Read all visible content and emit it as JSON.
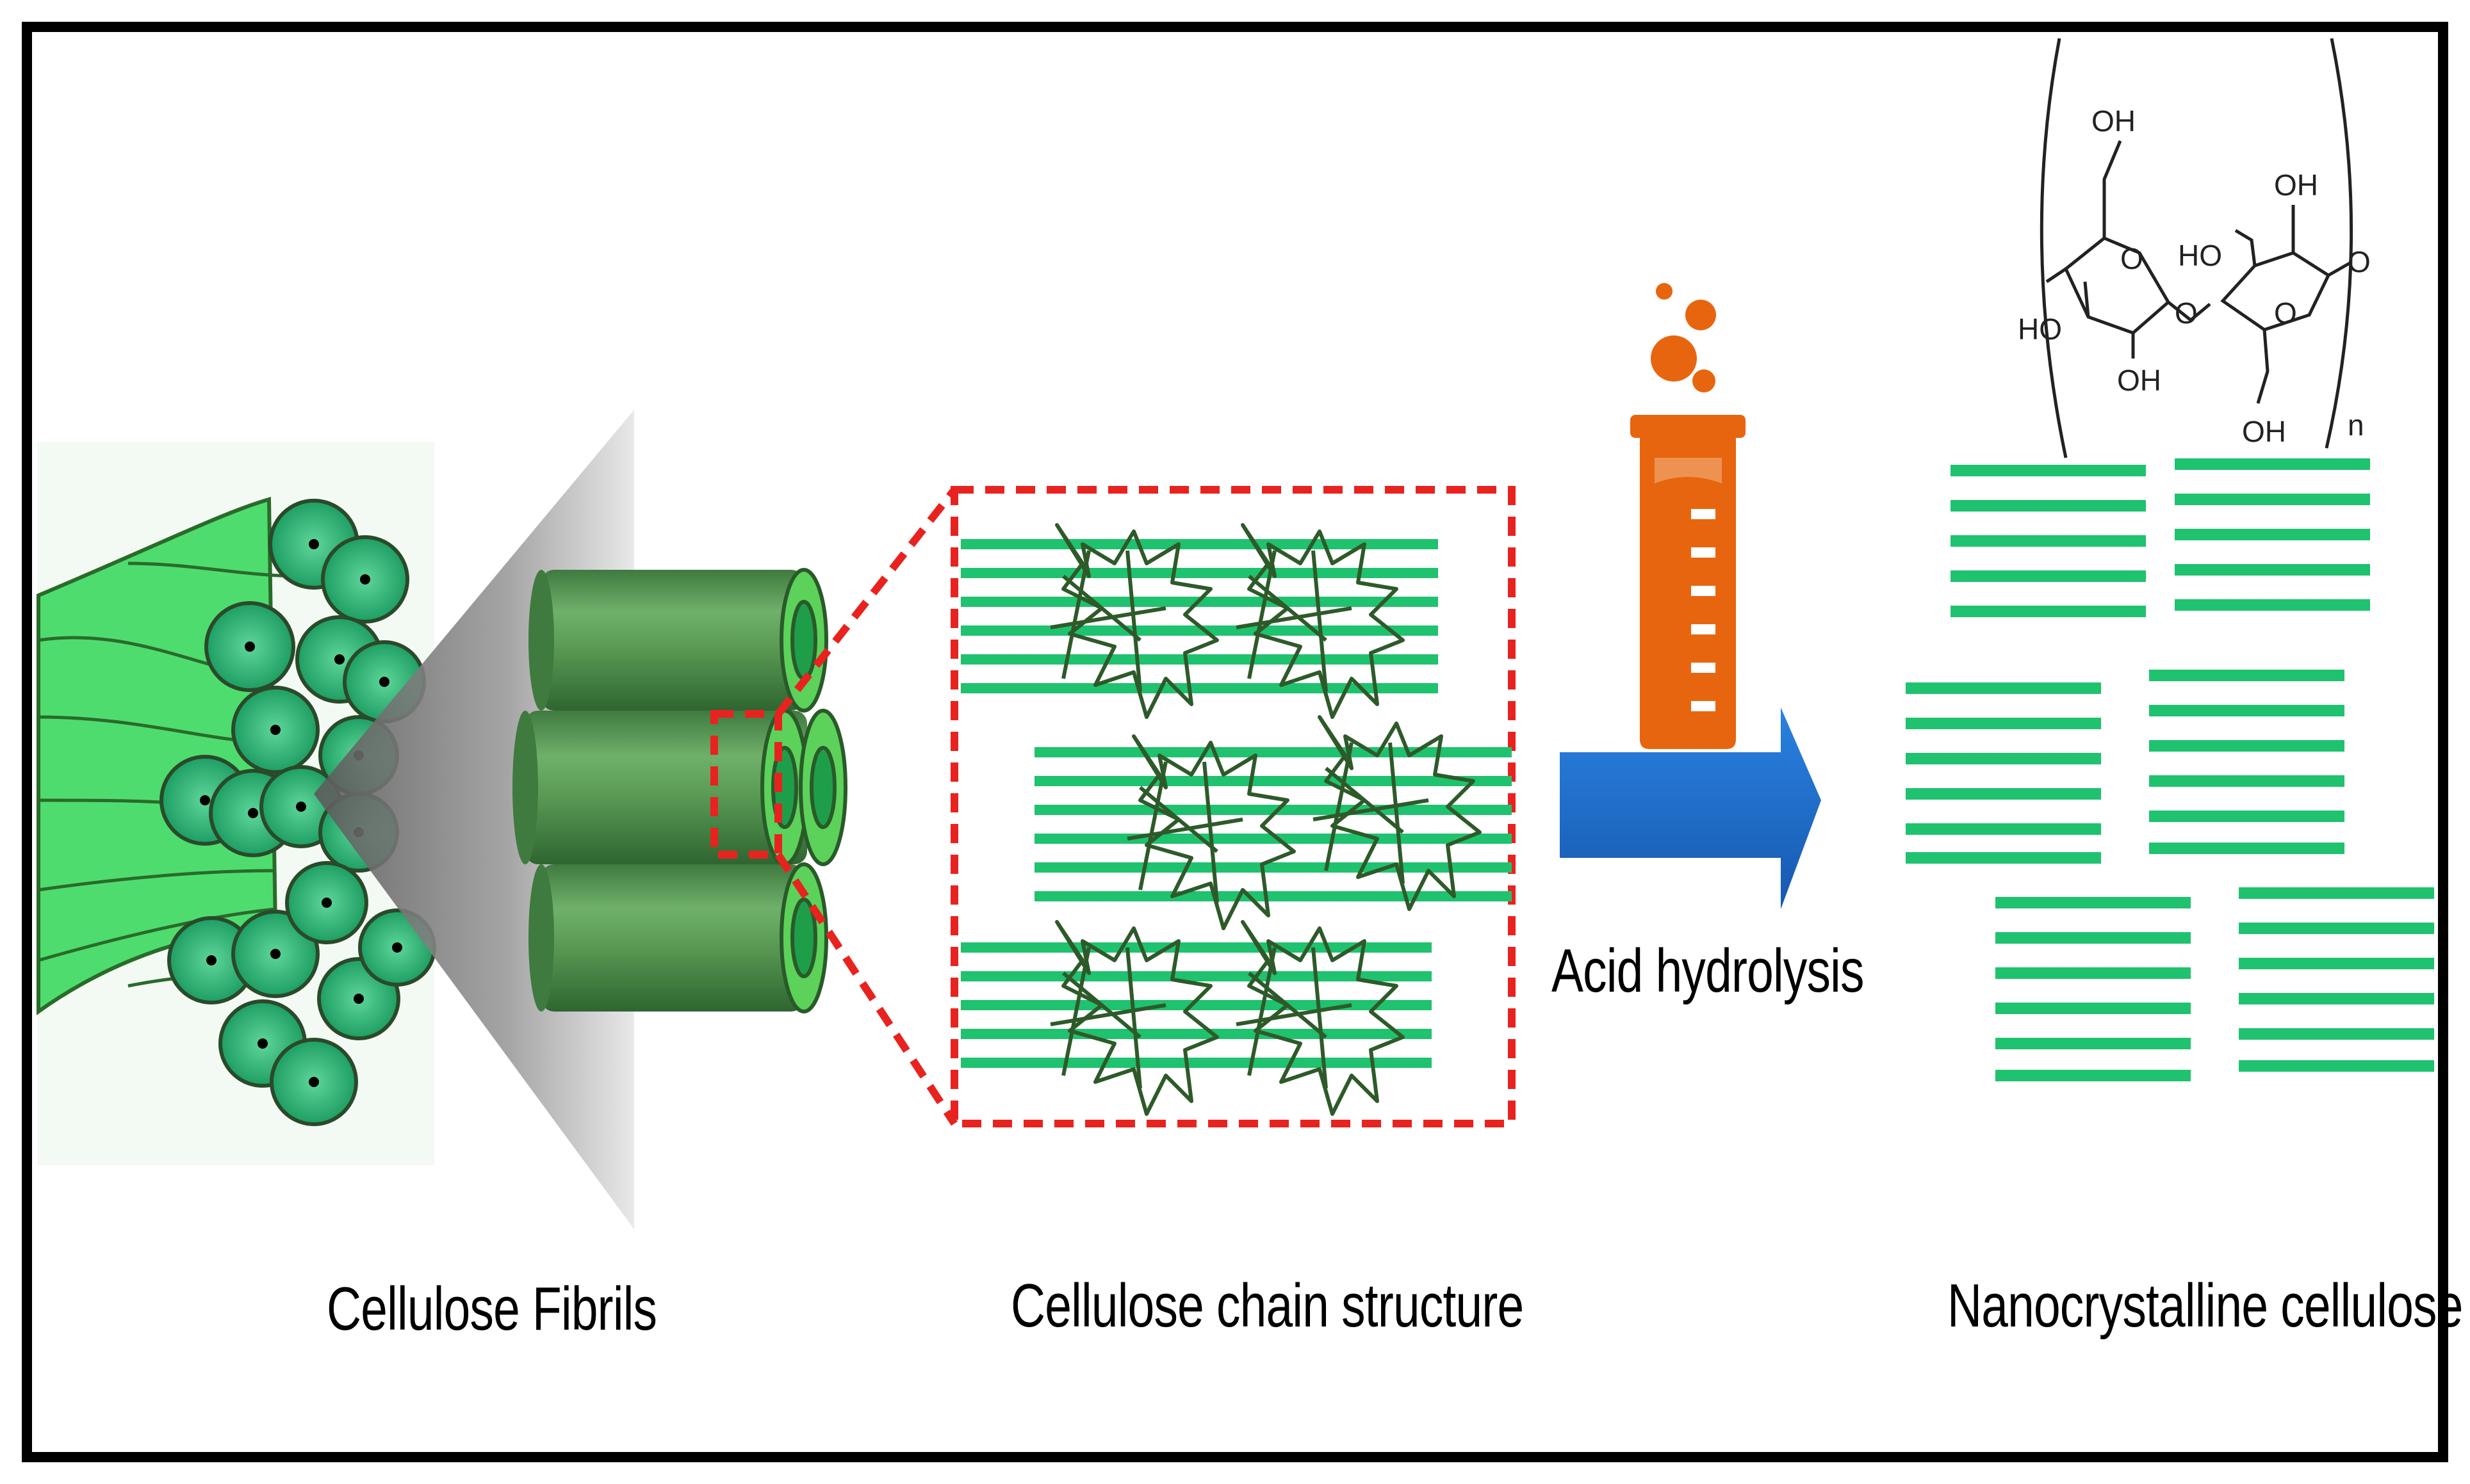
{
  "labels": {
    "fibrils": "Cellulose Fibrils",
    "chain": "Cellulose chain structure",
    "process": "Acid hydrolysis",
    "product": "Nanocrystalline cellulose"
  },
  "chem": {
    "oh": "OH",
    "ho": "HO",
    "o": "O",
    "n": "n"
  },
  "colors": {
    "frame": "#000000",
    "crystal_green": "#1fc26e",
    "fibril_green": "#3fd67a",
    "amorphous": "#2e5a2a",
    "red_dashed": "#e8231f",
    "arrow_blue": "#1f6fcc",
    "flask_orange": "#e8650f"
  },
  "icons": [
    "beaker-icon",
    "arrow-right-icon"
  ]
}
